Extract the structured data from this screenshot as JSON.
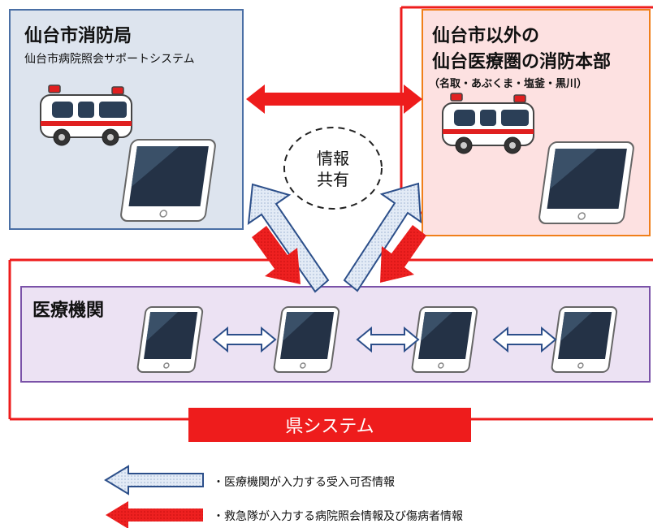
{
  "sendai_fire": {
    "title": "仙台市消防局",
    "subtitle": "仙台市病院照会サポートシステム"
  },
  "other_fire": {
    "title_line1": "仙台市以外の",
    "title_line2": "仙台医療圏の消防本部",
    "note": "（名取・あぶくま・塩釜・黒川）"
  },
  "info_share": {
    "line1": "情報",
    "line2": "共有"
  },
  "hospitals": {
    "title": "医療機関"
  },
  "prefecture_system": {
    "label": "県システム"
  },
  "legend": {
    "blue_arrow_text": "・医療機関が入力する受入可否情報",
    "red_arrow_text": "・救急隊が入力する病院照会情報及び傷病者情報"
  },
  "colors": {
    "sendai_box_fill": "#dde4ee",
    "sendai_box_border": "#4a6fa5",
    "other_box_fill": "#fde1e1",
    "other_box_border": "#f07f1a",
    "hospital_box_fill": "#ece2f3",
    "hospital_box_border": "#7a52a8",
    "red": "#ee1c1c",
    "blue_arrow_fill": "#dfe8f4",
    "blue_arrow_border": "#2c4f8a"
  }
}
